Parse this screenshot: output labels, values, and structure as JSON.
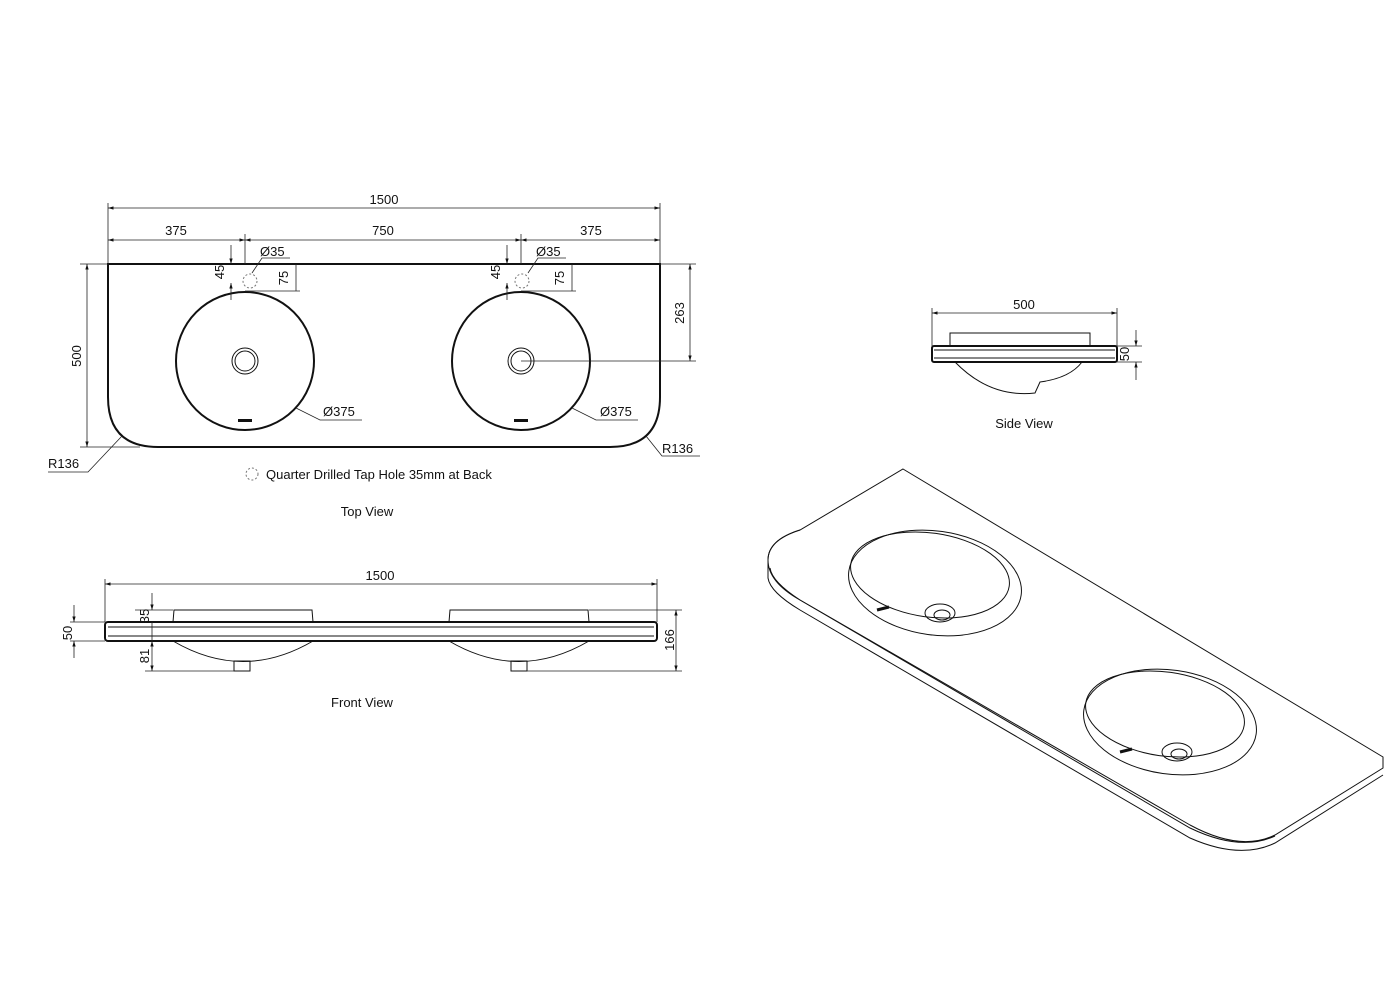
{
  "top_view": {
    "title": "Top View",
    "overall_width": "1500",
    "left_offset": "375",
    "center_spacing": "750",
    "right_offset": "375",
    "depth": "500",
    "basin_center_from_back": "263",
    "tap_hole_left": "Ø35",
    "tap_hole_right": "Ø35",
    "tap_offset_left": "45",
    "tap_offset_right": "45",
    "tap_to_basin_left": "75",
    "tap_to_basin_right": "75",
    "basin_diameter_left": "Ø375",
    "basin_diameter_right": "Ø375",
    "radius_left": "R136",
    "radius_right": "R136",
    "legend": "Quarter Drilled Tap Hole 35mm at Back"
  },
  "front_view": {
    "title": "Front View",
    "overall_width": "1500",
    "slab_thickness": "50",
    "basin_rim_height": "35",
    "bowl_depth": "81",
    "overall_height": "166"
  },
  "side_view": {
    "title": "Side View",
    "depth": "500",
    "slab_thickness": "50"
  }
}
